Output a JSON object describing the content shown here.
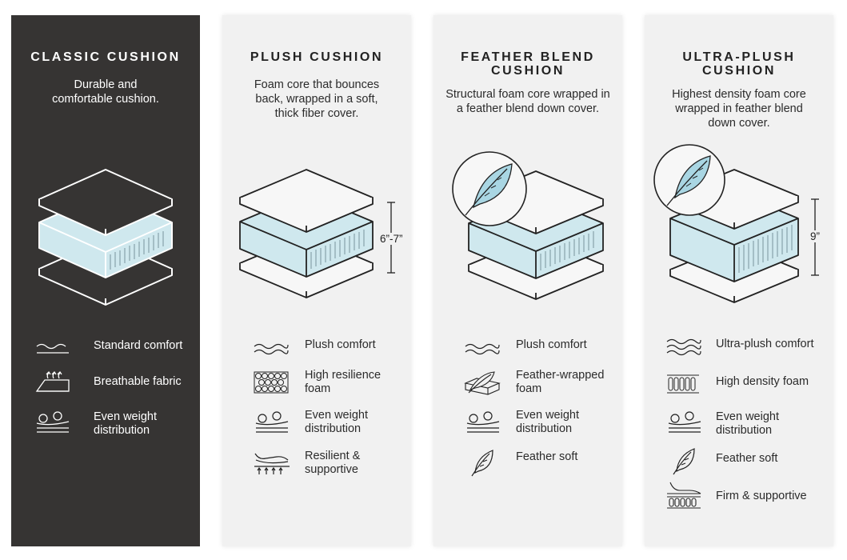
{
  "columns": [
    {
      "title": "CLASSIC CUSHION",
      "description": "Durable and comfortable cushion.",
      "features": [
        {
          "label": "Standard comfort",
          "icon": "wave-icon"
        },
        {
          "label": "Breathable fabric",
          "icon": "breathable-fabric-icon"
        },
        {
          "label": "Even weight distribution",
          "icon": "weight-distribution-icon"
        }
      ]
    },
    {
      "title": "PLUSH CUSHION",
      "description": "Foam core that bounces back, wrapped in a soft, thick fiber cover.",
      "dimension": "6”-7”",
      "features": [
        {
          "label": "Plush comfort",
          "icon": "double-wave-icon"
        },
        {
          "label": "High resilience foam",
          "icon": "foam-cells-icon"
        },
        {
          "label": "Even weight distribution",
          "icon": "weight-distribution-icon"
        },
        {
          "label": "Resilient & supportive",
          "icon": "resilient-support-icon"
        }
      ]
    },
    {
      "title": "FEATHER BLEND CUSHION",
      "description": "Structural foam core wrapped in a feather blend down cover.",
      "features": [
        {
          "label": "Plush comfort",
          "icon": "double-wave-icon"
        },
        {
          "label": "Feather-wrapped foam",
          "icon": "feather-wrapped-foam-icon"
        },
        {
          "label": "Even weight distribution",
          "icon": "weight-distribution-icon"
        },
        {
          "label": "Feather soft",
          "icon": "feather-icon"
        }
      ]
    },
    {
      "title": "ULTRA-PLUSH CUSHION",
      "description": "Highest density foam core wrapped in feather blend down cover.",
      "dimension": "9”",
      "features": [
        {
          "label": "Ultra-plush comfort",
          "icon": "triple-wave-icon"
        },
        {
          "label": "High density foam",
          "icon": "dense-foam-icon"
        },
        {
          "label": "Even weight distribution",
          "icon": "weight-distribution-icon"
        },
        {
          "label": "Feather soft",
          "icon": "feather-icon"
        },
        {
          "label": "Firm & supportive",
          "icon": "firm-support-icon"
        }
      ]
    }
  ],
  "colors": {
    "dark_panel": "#363433",
    "light_panel": "#f1f1f1",
    "foam_blue": "#cfe8ee",
    "feather_blue": "#a9d6e3"
  }
}
